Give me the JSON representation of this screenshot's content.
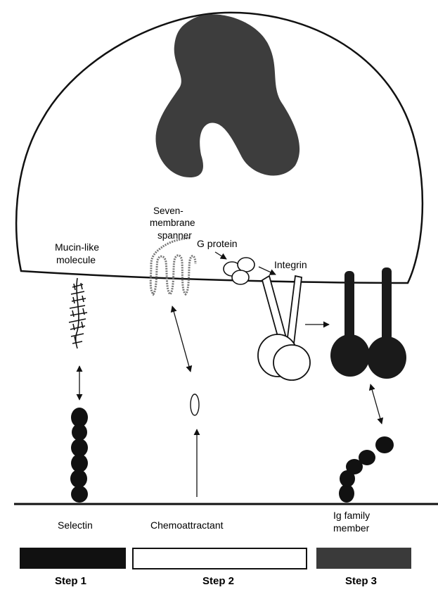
{
  "labels": {
    "mucin_line1": "Mucin-like",
    "mucin_line2": "molecule",
    "seven_line1": "Seven-",
    "seven_line2": "membrane",
    "seven_line3": "spanner",
    "g_protein": "G protein",
    "integrin": "Integrin",
    "selectin": "Selectin",
    "chemoattractant": "Chemoattractant",
    "ig_line1": "Ig family",
    "ig_line2": "member"
  },
  "steps": [
    {
      "label": "Step 1",
      "fill": "#111111"
    },
    {
      "label": "Step 2",
      "fill": "#ffffff"
    },
    {
      "label": "Step 3",
      "fill": "#3a3a3a"
    }
  ],
  "colors": {
    "nucleus": "#3d3d3d",
    "ink": "#111111",
    "ig_molecule": "#222222"
  }
}
